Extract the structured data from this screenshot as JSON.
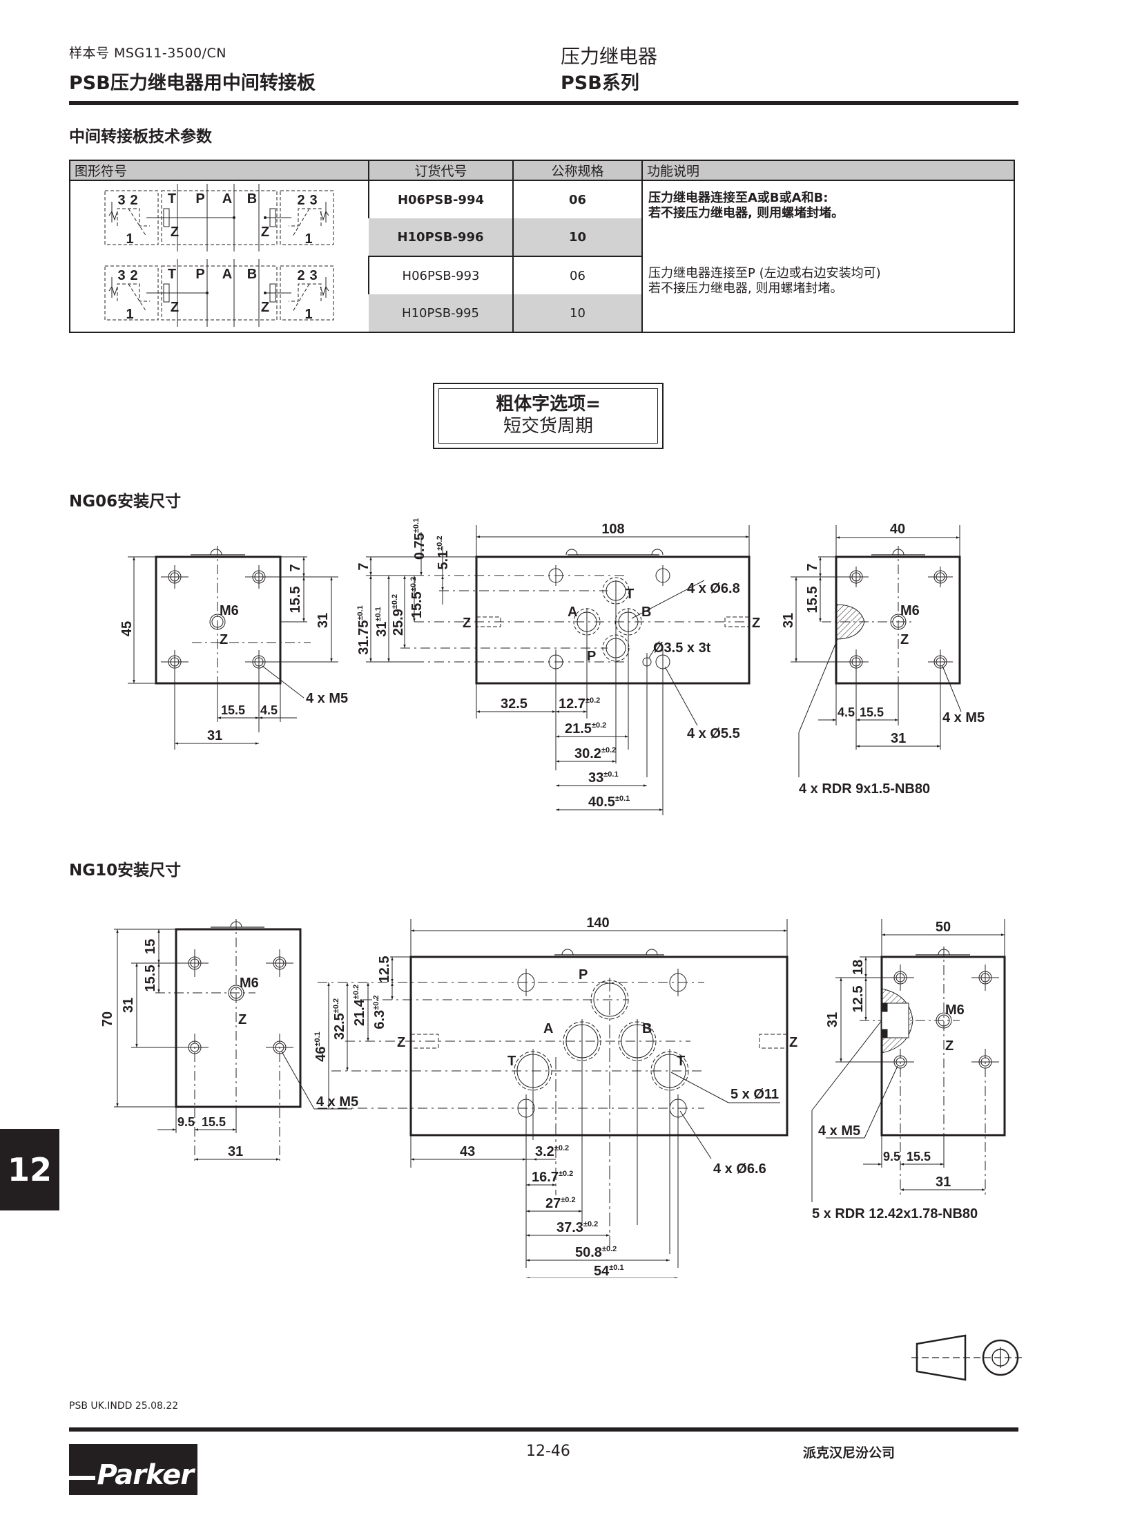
{
  "header": {
    "catalog_no": "样本号  MSG11-3500/CN",
    "doc_title": "PSB压力继电器用中间转接板",
    "category": "压力继电器",
    "series": "PSB系列"
  },
  "spec_section": {
    "title": "中间转接板技术参数",
    "columns": [
      "图形符号",
      "订货代号",
      "公称规格",
      "功能说明"
    ],
    "groups": [
      {
        "symbol": {
          "ports_left": "3 2",
          "ports": [
            "T",
            "P",
            "A",
            "B"
          ],
          "ports_right": "2 3",
          "bottom_left": "1",
          "bottom_right": "1",
          "z": "Z",
          "connection": "A/B"
        },
        "rows": [
          {
            "order_code": "H06PSB-994",
            "size": "06"
          },
          {
            "order_code": "H10PSB-996",
            "size": "10"
          }
        ],
        "description": [
          "压力继电器连接至A或B或A和B:",
          "若不接压力继电器, 则用螺堵封堵。"
        ]
      },
      {
        "symbol": {
          "ports_left": "3 2",
          "ports": [
            "T",
            "P",
            "A",
            "B"
          ],
          "ports_right": "2 3",
          "bottom_left": "1",
          "bottom_right": "1",
          "z": "Z",
          "connection": "P"
        },
        "rows": [
          {
            "order_code": "H06PSB-993",
            "size": "06"
          },
          {
            "order_code": "H10PSB-995",
            "size": "10"
          }
        ],
        "description": [
          " 压力继电器连接至P (左边或右边安装均可)",
          "若不接压力继电器, 则用螺堵封堵。"
        ]
      }
    ]
  },
  "notice": {
    "line1": "粗体字选项=",
    "line2": "短交货周期"
  },
  "ng06": {
    "title": "NG06安装尺寸",
    "left_view": {
      "height": "45",
      "d7": "7",
      "d15_5": "15.5",
      "d31": "31",
      "m6": "M6",
      "z": "Z",
      "b15_5": "15.5",
      "b4_5": "4.5",
      "b31": "31",
      "holes": "4 x M5"
    },
    "front_view": {
      "width": "108",
      "t0_75": "0.75",
      "tol0_75": "±0.1",
      "t5_1": "5.1",
      "tol5_1": "±0.2",
      "v7": "7",
      "v31_75": "31.75",
      "tol31_75": "±0.1",
      "v31": "31",
      "tol31": "±0.1",
      "v25_9": "25.9",
      "tol25_9": "±0.2",
      "v15_5": "15.5",
      "tol15_5": "±0.2",
      "ports": {
        "T": "T",
        "A": "A",
        "B": "B",
        "P": "P",
        "Z": "Z"
      },
      "holes1": "4 x Ø6.8",
      "holes2": "Ø3.5 x 3t",
      "holes3": "4 x Ø5.5",
      "h32_5": "32.5",
      "h12_7": "12.7",
      "tol12_7": "±0.2",
      "h21_5": "21.5",
      "tol21_5": "±0.2",
      "h30_2": "30.2",
      "tol30_2": "±0.2",
      "h33": "33",
      "tol33": "±0.1",
      "h40_5": "40.5",
      "tol40_5": "±0.1"
    },
    "right_view": {
      "width": "40",
      "d7": "7",
      "d15_5": "15.5",
      "d31": "31",
      "m6": "M6",
      "z": "Z",
      "b4_5": "4.5",
      "b15_5": "15.5",
      "b31": "31",
      "holes": "4 x M5",
      "seal": "4 x RDR 9x1.5-NB80"
    }
  },
  "ng10": {
    "title": "NG10安装尺寸",
    "left_view": {
      "height": "70",
      "d15": "15",
      "d15_5": "15.5",
      "d31": "31",
      "m6": "M6",
      "z": "Z",
      "b9_5": "9.5",
      "b15_5": "15.5",
      "b31": "31",
      "holes": "4 x M5"
    },
    "front_view": {
      "width": "140",
      "v12_5": "12.5",
      "v46": "46",
      "tol46": "±0.1",
      "v32_5": "32.5",
      "tol32_5": "±0.2",
      "v21_4": "21.4",
      "tol21_4": "±0.2",
      "v6_3": "6.3",
      "tol6_3": "±0.2",
      "ports": {
        "P": "P",
        "A": "A",
        "B": "B",
        "T1": "T",
        "T2": "T",
        "Z1": "Z",
        "Z2": "Z"
      },
      "holes1": "5 x Ø11",
      "holes2": "4 x Ø6.6",
      "h43": "43",
      "h3_2": "3.2",
      "tol3_2": "±0.2",
      "h16_7": "16.7",
      "tol16_7": "±0.2",
      "h27": "27",
      "tol27": "±0.2",
      "h37_3": "37.3",
      "tol37_3": "±0.2",
      "h50_8": "50.8",
      "tol50_8": "±0.2",
      "h54": "54",
      "tol54": "±0.1"
    },
    "right_view": {
      "width": "50",
      "d18": "18",
      "d12_5": "12.5",
      "d31": "31",
      "m6": "M6",
      "z": "Z",
      "b9_5": "9.5",
      "b15_5": "15.5",
      "b31": "31",
      "holes": "4 x M5",
      "seal": "5 x RDR 12.42x1.78-NB80"
    }
  },
  "chapter_tab": "12",
  "footer": {
    "file_info": "PSB UK.INDD  25.08.22",
    "page_number": "12-46",
    "company": "派克汉尼汾公司",
    "logo_text": "Parker"
  }
}
